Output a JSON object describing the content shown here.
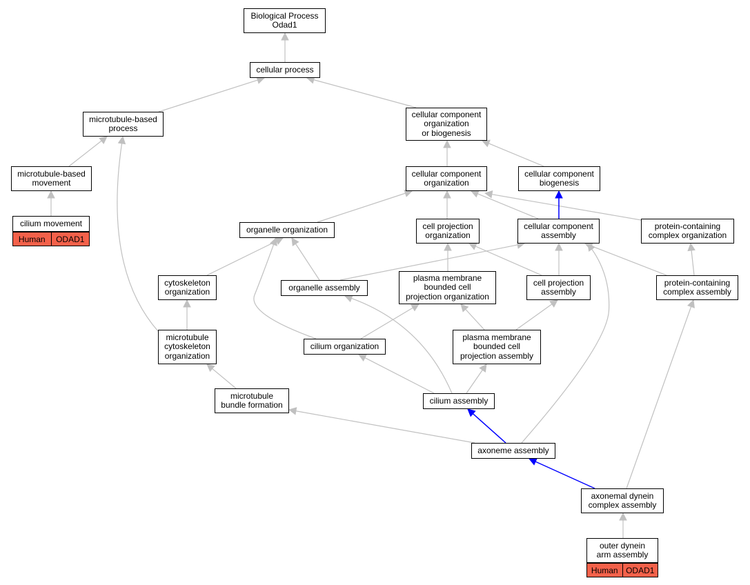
{
  "nodes": {
    "root": [
      "Biological Process",
      "Odad1"
    ],
    "cellular_process": [
      "cellular process"
    ],
    "microtubule_based_process": [
      "microtubule-based",
      "process"
    ],
    "cc_org_biogenesis": [
      "cellular component",
      "organization",
      "or biogenesis"
    ],
    "microtubule_based_movement": [
      "microtubule-based",
      "movement"
    ],
    "cc_organization": [
      "cellular component",
      "organization"
    ],
    "cc_biogenesis": [
      "cellular component",
      "biogenesis"
    ],
    "cilium_movement": [
      "cilium movement"
    ],
    "organelle_organization": [
      "organelle organization"
    ],
    "cell_projection_organization": [
      "cell projection",
      "organization"
    ],
    "cc_assembly": [
      "cellular component",
      "assembly"
    ],
    "protein_complex_organization": [
      "protein-containing",
      "complex organization"
    ],
    "cytoskeleton_organization": [
      "cytoskeleton",
      "organization"
    ],
    "organelle_assembly": [
      "organelle assembly"
    ],
    "pm_bounded_cell_projection_org": [
      "plasma membrane",
      "bounded cell",
      "projection organization"
    ],
    "cell_projection_assembly": [
      "cell projection",
      "assembly"
    ],
    "protein_complex_assembly": [
      "protein-containing",
      "complex assembly"
    ],
    "microtubule_cytoskeleton_org": [
      "microtubule",
      "cytoskeleton",
      "organization"
    ],
    "cilium_organization": [
      "cilium organization"
    ],
    "pm_bounded_cell_projection_assembly": [
      "plasma membrane",
      "bounded cell",
      "projection assembly"
    ],
    "microtubule_bundle_formation": [
      "microtubule",
      "bundle formation"
    ],
    "cilium_assembly": [
      "cilium assembly"
    ],
    "axoneme_assembly": [
      "axoneme assembly"
    ],
    "axonemal_dynein_assembly": [
      "axonemal dynein",
      "complex assembly"
    ],
    "outer_dynein_arm_assembly": [
      "outer dynein",
      "arm assembly"
    ]
  },
  "annotations": {
    "cilium_movement": [
      "Human",
      "ODAD1"
    ],
    "outer_dynein_arm_assembly": [
      "Human",
      "ODAD1"
    ]
  },
  "edges": [
    {
      "from": "cellular_process",
      "to": "root"
    },
    {
      "from": "microtubule_based_process",
      "to": "cellular_process"
    },
    {
      "from": "cc_org_biogenesis",
      "to": "cellular_process"
    },
    {
      "from": "microtubule_based_movement",
      "to": "microtubule_based_process"
    },
    {
      "from": "cilium_movement",
      "to": "microtubule_based_movement"
    },
    {
      "from": "cc_organization",
      "to": "cc_org_biogenesis"
    },
    {
      "from": "cc_biogenesis",
      "to": "cc_org_biogenesis"
    },
    {
      "from": "organelle_organization",
      "to": "cc_organization"
    },
    {
      "from": "cell_projection_organization",
      "to": "cc_organization"
    },
    {
      "from": "cc_assembly",
      "to": "cc_organization"
    },
    {
      "from": "protein_complex_organization",
      "to": "cc_organization"
    },
    {
      "from": "cc_assembly",
      "to": "cc_biogenesis",
      "highlight": true
    },
    {
      "from": "cytoskeleton_organization",
      "to": "organelle_organization"
    },
    {
      "from": "organelle_assembly",
      "to": "organelle_organization"
    },
    {
      "from": "cilium_organization",
      "to": "organelle_organization"
    },
    {
      "from": "organelle_assembly",
      "to": "cc_assembly"
    },
    {
      "from": "pm_bounded_cell_projection_org",
      "to": "cell_projection_organization"
    },
    {
      "from": "cell_projection_assembly",
      "to": "cell_projection_organization"
    },
    {
      "from": "cell_projection_assembly",
      "to": "cc_assembly"
    },
    {
      "from": "protein_complex_assembly",
      "to": "cc_assembly"
    },
    {
      "from": "protein_complex_assembly",
      "to": "protein_complex_organization"
    },
    {
      "from": "microtubule_cytoskeleton_org",
      "to": "cytoskeleton_organization"
    },
    {
      "from": "microtubule_cytoskeleton_org",
      "to": "microtubule_based_process"
    },
    {
      "from": "cilium_organization",
      "to": "pm_bounded_cell_projection_org"
    },
    {
      "from": "pm_bounded_cell_projection_assembly",
      "to": "pm_bounded_cell_projection_org"
    },
    {
      "from": "pm_bounded_cell_projection_assembly",
      "to": "cell_projection_assembly"
    },
    {
      "from": "microtubule_bundle_formation",
      "to": "microtubule_cytoskeleton_org"
    },
    {
      "from": "cilium_assembly",
      "to": "cilium_organization"
    },
    {
      "from": "cilium_assembly",
      "to": "organelle_assembly"
    },
    {
      "from": "cilium_assembly",
      "to": "pm_bounded_cell_projection_assembly"
    },
    {
      "from": "axoneme_assembly",
      "to": "cilium_assembly",
      "highlight": true
    },
    {
      "from": "axoneme_assembly",
      "to": "microtubule_bundle_formation"
    },
    {
      "from": "axoneme_assembly",
      "to": "cc_assembly"
    },
    {
      "from": "axonemal_dynein_assembly",
      "to": "axoneme_assembly",
      "highlight": true
    },
    {
      "from": "axonemal_dynein_assembly",
      "to": "protein_complex_assembly"
    },
    {
      "from": "outer_dynein_arm_assembly",
      "to": "axonemal_dynein_assembly"
    }
  ],
  "colors": {
    "edge": "#c0c0c0",
    "highlight_edge": "#0000ff",
    "annotation_fill": "#f4614a"
  }
}
